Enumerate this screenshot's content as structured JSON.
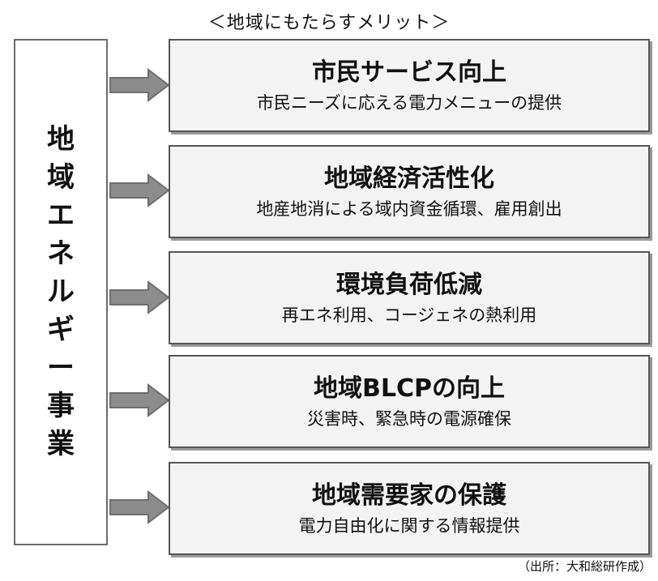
{
  "title": "＜地域にもたらすメリット＞",
  "left_label": "地域エネルギー事業",
  "boxes": [
    {
      "heading": "市民サービス向上",
      "sub": "市民ニーズに応える電力メニューの提供"
    },
    {
      "heading": "地域経済活性化",
      "sub": "地産地消による域内資金循環、雇用創出"
    },
    {
      "heading": "環境負荷低減",
      "sub": "再エネ利用、コージェネの熱利用"
    },
    {
      "heading": "地域BLCPの向上",
      "sub": "災害時、緊急時の電源確保"
    },
    {
      "heading": "地域需要家の保護",
      "sub": "電力自由化に関する情報提供"
    }
  ],
  "source": "（出所：大和総研作成）",
  "colors": {
    "arrow": "#8c8c8c",
    "arrow_stroke": "#6e6e6e",
    "box_fill": "#f3f3f3",
    "box_border": "#555555"
  }
}
